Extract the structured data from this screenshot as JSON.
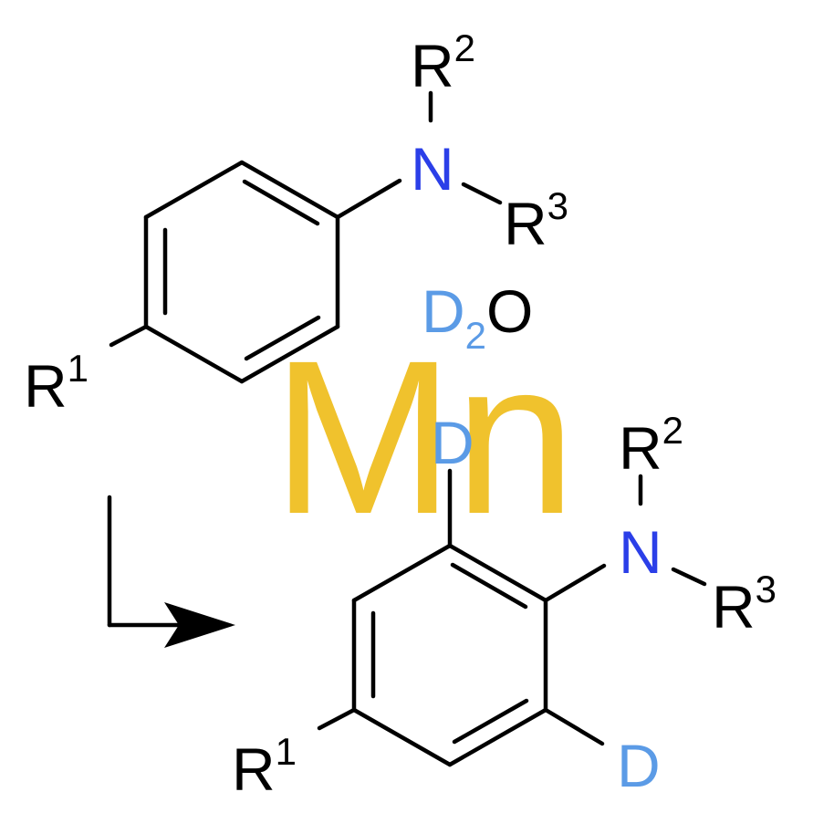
{
  "colors": {
    "bond": "#000000",
    "nitrogen": "#2b3fe8",
    "deuterium": "#5b9be6",
    "metal": "#f0c22d",
    "text": "#000000"
  },
  "reactant": {
    "r1": {
      "letter": "R",
      "index": "1"
    },
    "r2": {
      "letter": "R",
      "index": "2"
    },
    "r3": {
      "letter": "R",
      "index": "3"
    },
    "nitrogen": "N"
  },
  "reagents": {
    "d2o": {
      "d": "D",
      "count": "2",
      "o": "O"
    },
    "metal": "Mn"
  },
  "product": {
    "r1": {
      "letter": "R",
      "index": "1"
    },
    "r2": {
      "letter": "R",
      "index": "2"
    },
    "r3": {
      "letter": "R",
      "index": "3"
    },
    "nitrogen": "N",
    "deuterium_top": "D",
    "deuterium_bottom": "D"
  },
  "arrow": {
    "icon": "bent-reaction-arrow-icon"
  }
}
